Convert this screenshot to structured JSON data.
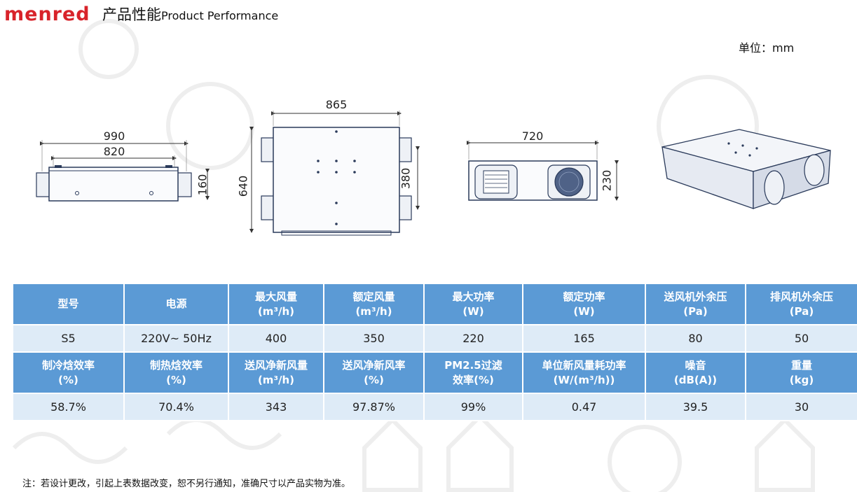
{
  "brand": {
    "logo_text": "menred",
    "logo_color": "#d8232a"
  },
  "page": {
    "title_cn": "产品性能",
    "title_en": "Product Performance",
    "unit_label": "单位：mm"
  },
  "drawings": {
    "front_view": {
      "total_width": "990",
      "body_width": "820",
      "height": "160"
    },
    "top_view": {
      "width": "865",
      "depth": "640",
      "port_spacing": "380"
    },
    "side_view": {
      "width": "720",
      "height": "230"
    }
  },
  "spec_table": {
    "header_row_1": [
      {
        "line1": "型号",
        "line2": ""
      },
      {
        "line1": "电源",
        "line2": ""
      },
      {
        "line1": "最大风量",
        "line2": "(m³/h)"
      },
      {
        "line1": "额定风量",
        "line2": "(m³/h)"
      },
      {
        "line1": "最大功率",
        "line2": "(W)"
      },
      {
        "line1": "额定功率",
        "line2": "(W)"
      },
      {
        "line1": "送风机外余压",
        "line2": "(Pa)"
      },
      {
        "line1": "排风机外余压",
        "line2": "(Pa)"
      }
    ],
    "value_row_1": [
      "S5",
      "220V~ 50Hz",
      "400",
      "350",
      "220",
      "165",
      "80",
      "50"
    ],
    "header_row_2": [
      {
        "line1": "制冷焓效率",
        "line2": "(%)"
      },
      {
        "line1": "制热焓效率",
        "line2": "(%)"
      },
      {
        "line1": "送风净新风量",
        "line2": "(m³/h)"
      },
      {
        "line1": "送风净新风率",
        "line2": "(%)"
      },
      {
        "line1": "PM2.5过滤",
        "line2": "效率(%)"
      },
      {
        "line1": "单位新风量耗功率",
        "line2": "(W/(m³/h))"
      },
      {
        "line1": "噪音",
        "line2": "(dB(A))"
      },
      {
        "line1": "重量",
        "line2": "(kg)"
      }
    ],
    "value_row_2": [
      "58.7%",
      "70.4%",
      "343",
      "97.87%",
      "99%",
      "0.47",
      "39.5",
      "30"
    ],
    "colors": {
      "header_bg": "#5b9ad5",
      "value_bg": "#deebf7"
    }
  },
  "footnote": "注：若设计更改，引起上表数据改变，恕不另行通知，准确尺寸以产品实物为准。"
}
